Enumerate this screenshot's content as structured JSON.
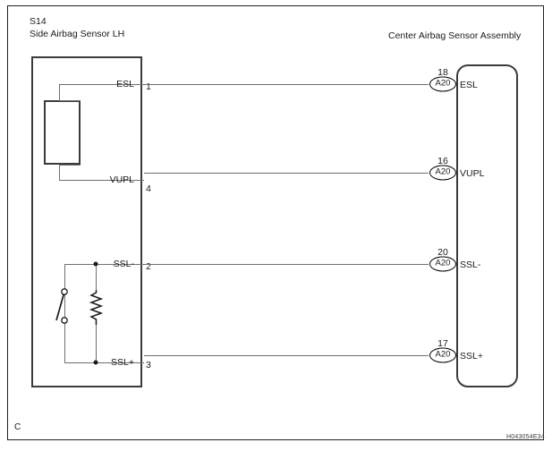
{
  "figure": {
    "left_component": {
      "code": "S14",
      "name": "Side Airbag Sensor LH"
    },
    "right_component": {
      "name": "Center Airbag Sensor Assembly"
    },
    "connections": [
      {
        "signal": "ESL",
        "left_pin": "1",
        "right_pin": "18",
        "right_connector": "A20",
        "right_signal": "ESL"
      },
      {
        "signal": "VUPL",
        "left_pin": "4",
        "right_pin": "16",
        "right_connector": "A20",
        "right_signal": "VUPL"
      },
      {
        "signal": "SSL-",
        "left_pin": "2",
        "right_pin": "20",
        "right_connector": "A20",
        "right_signal": "SSL-"
      },
      {
        "signal": "SSL+",
        "left_pin": "3",
        "right_pin": "17",
        "right_connector": "A20",
        "right_signal": "SSL+"
      }
    ],
    "annotations": {
      "corner_mark": "C",
      "document_code": "H043054E34"
    }
  }
}
